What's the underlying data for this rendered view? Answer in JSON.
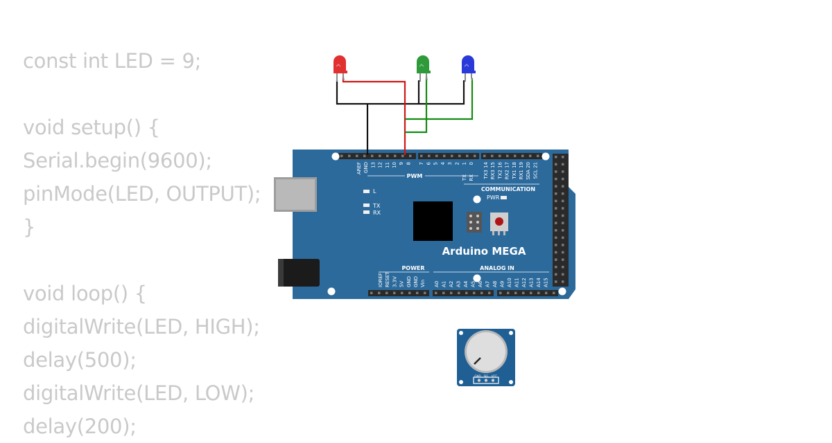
{
  "code_lines": [
    "const int LED = 9;",
    "",
    "void setup() {",
    "Serial.begin(9600);",
    "pinMode(LED, OUTPUT);",
    "}",
    "",
    "void loop() {",
    "digitalWrite(LED, HIGH);",
    "delay(500);",
    "digitalWrite(LED, LOW);",
    "delay(200);"
  ],
  "board": {
    "name": "Arduino MEGA",
    "color": "#2c6a9c",
    "sections": {
      "pwm": "PWM",
      "communication": "COMMUNICATION",
      "power": "POWER",
      "analog_in": "ANALOG IN"
    },
    "leds": {
      "l": "L",
      "tx": "TX",
      "rx": "RX",
      "pwr": "PWR"
    },
    "top_labels_left": [
      "AREF",
      "GND",
      "13",
      "12",
      "11",
      "10",
      "9",
      "8"
    ],
    "top_labels_mid": [
      "7",
      "6",
      "5",
      "4",
      "3",
      "2",
      "1",
      "0"
    ],
    "top_labels_mid_sub": [
      "",
      "",
      "",
      "",
      "",
      "",
      "TX",
      "RX"
    ],
    "top_labels_comm": [
      "TX3 14",
      "RX3 15",
      "TX2 16",
      "RX2 17",
      "TX1 18",
      "RX1 19",
      "SDA 20",
      "SCL 21"
    ],
    "power_labels": [
      "IOREF",
      "RESET",
      "3.3V",
      "5V",
      "GND",
      "GND",
      "Vin"
    ],
    "analog_labels": [
      "A0",
      "A1",
      "A2",
      "A3",
      "A4",
      "A5",
      "A6",
      "A7",
      "A8",
      "A9",
      "A10",
      "A11",
      "A12",
      "A13",
      "A14",
      "A15"
    ]
  },
  "leds": [
    {
      "name": "red-led",
      "color": "#e03030"
    },
    {
      "name": "green-led",
      "color": "#2e9a3a"
    },
    {
      "name": "blue-led",
      "color": "#2a3ad8"
    }
  ],
  "wire_colors": {
    "ground": "#111111",
    "red": "#d01515",
    "green": "#138a13"
  },
  "potentiometer": {
    "pins": [
      "GND",
      "SIG",
      "VCC"
    ],
    "color": "#1f5f94"
  }
}
